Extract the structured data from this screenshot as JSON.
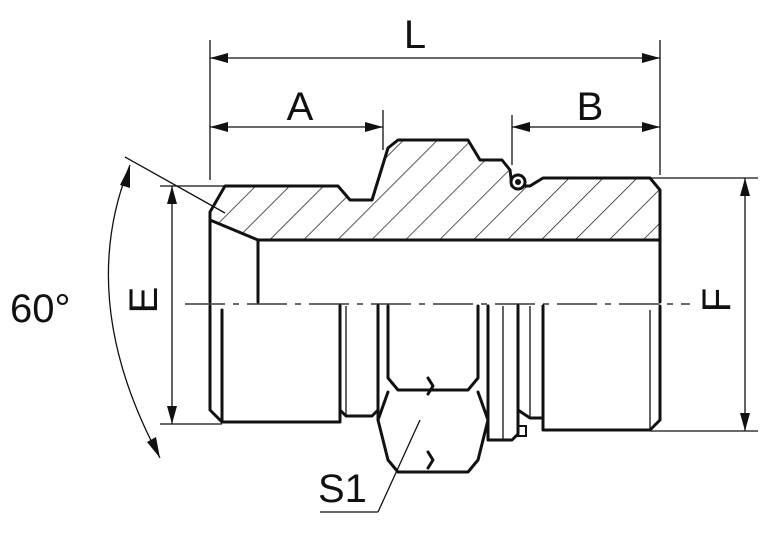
{
  "drawing": {
    "labels": {
      "overall_length": "L",
      "left_thread_length": "A",
      "right_thread_length": "B",
      "cone_angle": "60°",
      "left_thread_diameter": "E",
      "right_thread_diameter": "F",
      "hex_size": "S1"
    },
    "colors": {
      "line": "#111111",
      "background": "#ffffff"
    }
  }
}
